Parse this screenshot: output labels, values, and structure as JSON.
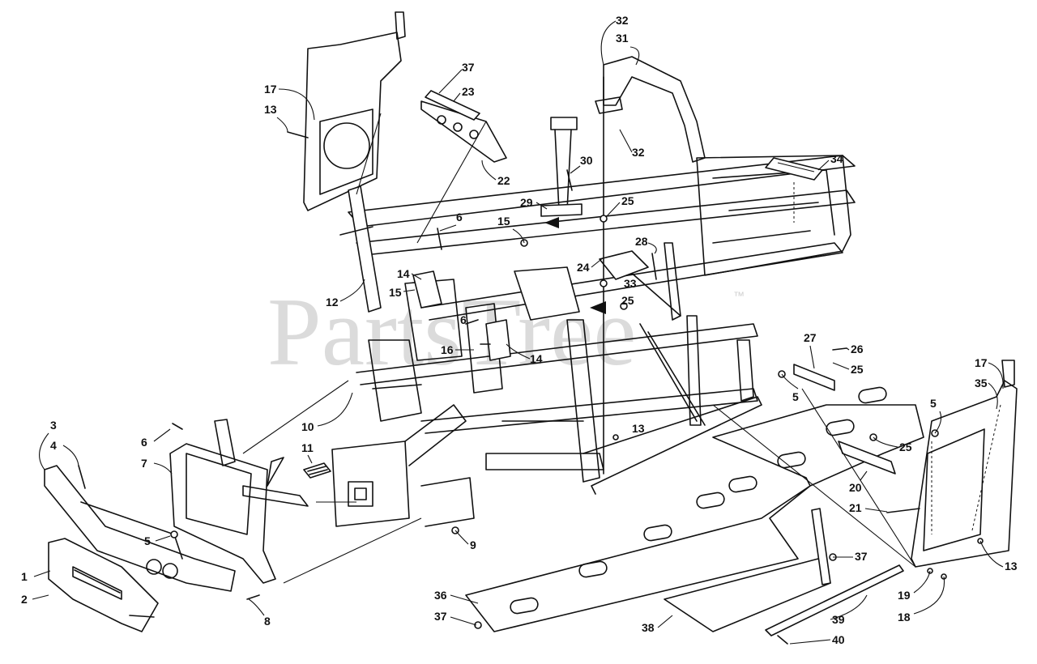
{
  "watermark": {
    "text": "PartsTree",
    "trademark": "™"
  },
  "callouts": [
    {
      "id": "c1",
      "label": "1"
    },
    {
      "id": "c2",
      "label": "2"
    },
    {
      "id": "c3",
      "label": "3"
    },
    {
      "id": "c4",
      "label": "4"
    },
    {
      "id": "c5a",
      "label": "5"
    },
    {
      "id": "c5b",
      "label": "5"
    },
    {
      "id": "c5c",
      "label": "5"
    },
    {
      "id": "c6a",
      "label": "6"
    },
    {
      "id": "c6b",
      "label": "6"
    },
    {
      "id": "c6c",
      "label": "6"
    },
    {
      "id": "c7",
      "label": "7"
    },
    {
      "id": "c8",
      "label": "8"
    },
    {
      "id": "c9",
      "label": "9"
    },
    {
      "id": "c10",
      "label": "10"
    },
    {
      "id": "c11",
      "label": "11"
    },
    {
      "id": "c12",
      "label": "12"
    },
    {
      "id": "c13a",
      "label": "13"
    },
    {
      "id": "c13b",
      "label": "13"
    },
    {
      "id": "c13c",
      "label": "13"
    },
    {
      "id": "c14a",
      "label": "14"
    },
    {
      "id": "c14b",
      "label": "14"
    },
    {
      "id": "c15a",
      "label": "15"
    },
    {
      "id": "c15b",
      "label": "15"
    },
    {
      "id": "c16",
      "label": "16"
    },
    {
      "id": "c17a",
      "label": "17"
    },
    {
      "id": "c17b",
      "label": "17"
    },
    {
      "id": "c18",
      "label": "18"
    },
    {
      "id": "c19",
      "label": "19"
    },
    {
      "id": "c20",
      "label": "20"
    },
    {
      "id": "c21",
      "label": "21"
    },
    {
      "id": "c22",
      "label": "22"
    },
    {
      "id": "c23",
      "label": "23"
    },
    {
      "id": "c24",
      "label": "24"
    },
    {
      "id": "c25a",
      "label": "25"
    },
    {
      "id": "c25b",
      "label": "25"
    },
    {
      "id": "c25c",
      "label": "25"
    },
    {
      "id": "c25d",
      "label": "25"
    },
    {
      "id": "c26",
      "label": "26"
    },
    {
      "id": "c27",
      "label": "27"
    },
    {
      "id": "c28",
      "label": "28"
    },
    {
      "id": "c29",
      "label": "29"
    },
    {
      "id": "c30",
      "label": "30"
    },
    {
      "id": "c31",
      "label": "31"
    },
    {
      "id": "c32a",
      "label": "32"
    },
    {
      "id": "c32b",
      "label": "32"
    },
    {
      "id": "c33",
      "label": "33"
    },
    {
      "id": "c34",
      "label": "34"
    },
    {
      "id": "c35",
      "label": "35"
    },
    {
      "id": "c36",
      "label": "36"
    },
    {
      "id": "c37a",
      "label": "37"
    },
    {
      "id": "c37b",
      "label": "37"
    },
    {
      "id": "c37c",
      "label": "37"
    },
    {
      "id": "c38",
      "label": "38"
    },
    {
      "id": "c39",
      "label": "39"
    },
    {
      "id": "c40",
      "label": "40"
    }
  ]
}
